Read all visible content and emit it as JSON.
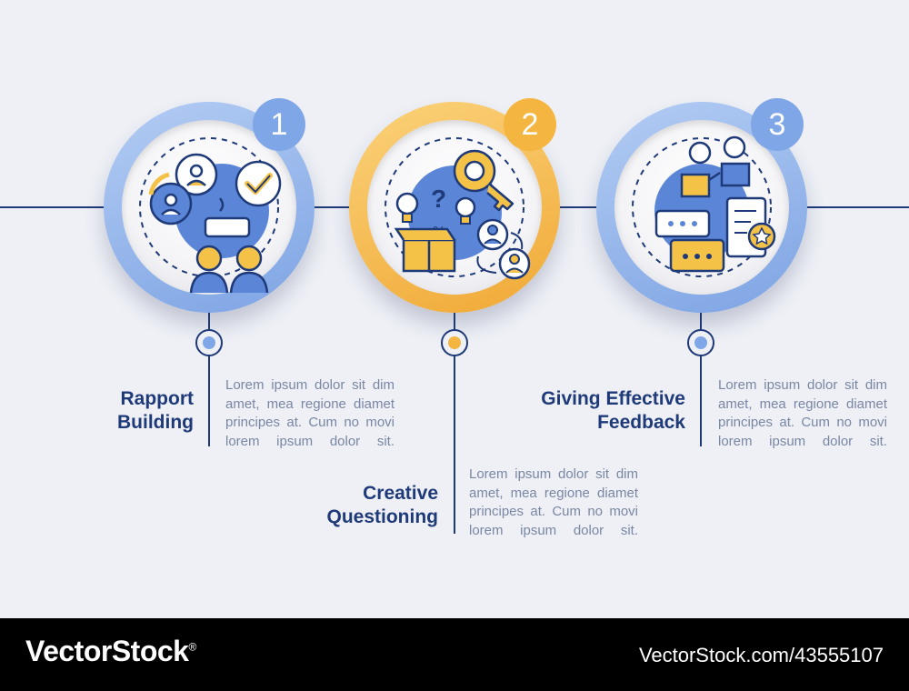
{
  "steps": [
    {
      "number": "1",
      "title_line1": "Rapport",
      "title_line2": "Building",
      "body_lines": [
        "Lorem ipsum dolor sit dim",
        "amet, mea regione diamet",
        "principes at. Cum no movi",
        "lorem ipsum dolor sit."
      ]
    },
    {
      "number": "2",
      "title_line1": "Creative",
      "title_line2": "Questioning",
      "body_lines": [
        "Lorem ipsum dolor sit dim",
        "amet, mea regione diamet",
        "principes at. Cum no movi",
        "lorem ipsum dolor sit."
      ]
    },
    {
      "number": "3",
      "title_line1": "Giving Effective",
      "title_line2": "Feedback",
      "body_lines": [
        "Lorem ipsum dolor sit dim",
        "amet, mea regione diamet",
        "principes at. Cum no movi",
        "lorem ipsum dolor sit."
      ]
    }
  ],
  "icon_names": [
    "rapport-building-icon",
    "creative-questioning-icon",
    "giving-feedback-icon"
  ],
  "colors": {
    "line": "#1f3a78",
    "blue_ring": "#8fb3ea",
    "blue_badge": "#7fa6e6",
    "orange_ring": "#f6b94a",
    "orange_badge": "#f4b640",
    "icon_blue": "#5b86d8",
    "icon_yellow": "#f4c247"
  },
  "footer": {
    "brand": "VectorStock",
    "registered": "®",
    "url": "VectorStock.com/43555107"
  }
}
